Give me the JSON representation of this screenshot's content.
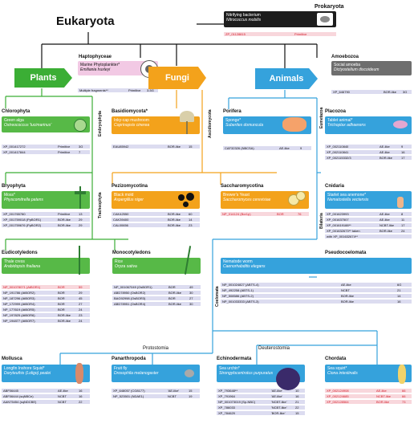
{
  "root": {
    "title": "Eukaryota"
  },
  "prokaryota": {
    "title": "Prokaryota",
    "card_l1": "Nitrifying bacterium",
    "card_l2": "Nitrococcus mobilis",
    "row": {
      "id": "ZP_01128815",
      "type": "Primitive"
    }
  },
  "haptophyceae": {
    "title": "Haptophyceae",
    "card_l1": "Marine Phytoplankter*",
    "card_l2": "Emiliania huxleyi",
    "row": {
      "id": "Multiple fragments**",
      "type": "Primitive",
      "n": "3-5G"
    }
  },
  "amoebozoa": {
    "title": "Amoebozoa",
    "card_l1": "Social amoeba",
    "card_l2": "Dictyostelium discoideum",
    "row": {
      "id": "XP_646790",
      "type": "BOR-like",
      "n": "3G"
    }
  },
  "kingdoms": {
    "plants": "Plants",
    "fungi": "Fungi",
    "animals": "Animals"
  },
  "clade_labels": {
    "embryophyta": "Embryophyta",
    "tracheophyta": "Tracheophyta",
    "ascidiomycota": "Ascidiomycota",
    "eumetazoa": "Eumetazoa",
    "bilateria": "Bilateria",
    "coelomata": "Coelomata",
    "protostomia": "Protostomia",
    "deuterostomia": "Deuterostomia"
  },
  "chlorophyta": {
    "title": "Chlorophyta",
    "card_l1": "Green alga",
    "card_l2": "Ostreococcus 'lucimarinus'",
    "rows": [
      {
        "id": "XP_001417272",
        "type": "Primitive",
        "n": "3G"
      },
      {
        "id": "XP_001417844",
        "type": "Primitive",
        "n": "7"
      }
    ]
  },
  "bryophyta": {
    "title": "Bryophyta",
    "card_l1": "Moss*",
    "card_l2": "Physcomitrella patens",
    "rows": [
      {
        "id": "XP_001765780",
        "type": "Primitive",
        "n": "13"
      },
      {
        "id": "XP_001759018 (PpBOR1)",
        "type": "BOR-like",
        "n": "29"
      },
      {
        "id": "XP_001759676 (PpBOR2)",
        "type": "BOR-like",
        "n": "29"
      }
    ]
  },
  "eudicotyledons": {
    "title": "Eudicotyledons",
    "card_l1": "Thale cress",
    "card_l2": "Arabidopsis thaliana",
    "rows": [
      {
        "id": "NP_001078071 (AtBOR1)",
        "type": "BOR",
        "n": "59",
        "hl": true
      },
      {
        "id": "NP_191786 (AtBOR2)",
        "type": "BOR",
        "n": "29"
      },
      {
        "id": "NP_187296 (AtBOR3)",
        "type": "BOR",
        "n": "45"
      },
      {
        "id": "NP_172999 (AtBOR4)",
        "type": "BOR",
        "n": "27"
      },
      {
        "id": "NP_177619 (AtBOR5)",
        "type": "BOR",
        "n": "24"
      },
      {
        "id": "NP_197825 (AtBOR6)",
        "type": "BOR-like",
        "n": "23"
      },
      {
        "id": "NP_194877 (AtBOR7)",
        "type": "BOR-like",
        "n": "24"
      }
    ]
  },
  "monocotyledons": {
    "title": "Monocotyledons",
    "card_l1": "Rice",
    "card_l2": "Oryza sativa",
    "rows": [
      {
        "id": "NP_001067049 (OsBOR1)",
        "type": "BOR",
        "n": "49"
      },
      {
        "id": "ABD78950 (OsBOR2)",
        "type": "BOR-like",
        "n": "30"
      },
      {
        "id": "BAG92998 (OsBOR3)",
        "type": "BOR",
        "n": "27"
      },
      {
        "id": "ABD78951 (OsBOR4)",
        "type": "BOR-like",
        "n": "30"
      }
    ]
  },
  "basidiomycota": {
    "title": "Basidiomycota*",
    "card_l1": "Inky-cap mushroom",
    "card_l2": "Coprinopsis cinerea",
    "rows": [
      {
        "id": "EAU85942",
        "type": "BOR-like",
        "n": "15"
      }
    ]
  },
  "pezizomycotina": {
    "title": "Pezizomycotina",
    "card_l1": "Black mold",
    "card_l2": "Aspergillus niger",
    "rows": [
      {
        "id": "CAK42550",
        "type": "BOR-like",
        "n": "60"
      },
      {
        "id": "CAK39400",
        "type": "BOR-like",
        "n": "14"
      },
      {
        "id": "CAL00656",
        "type": "BOR-like",
        "n": "23"
      }
    ]
  },
  "saccharomycotina": {
    "title": "Saccharomycotina",
    "card_l1": "Brewer's Yeast",
    "card_l2": "Saccharomyces cerevisiae",
    "rows": [
      {
        "id": "NP_014124 (Bor1p)",
        "type": "BOR",
        "n": "76",
        "hl": true
      }
    ]
  },
  "porifera": {
    "title": "Porifera",
    "card_l1": "Sponge*",
    "card_l2": "Suberites domuncula",
    "rows": [
      {
        "id": "CAF32326 (NBCSA)",
        "type": "AE-like",
        "n": "9"
      }
    ]
  },
  "placozoa": {
    "title": "Placozoa",
    "card_l1": "Tablet animal*",
    "card_l2": "Trichoplax adhaerens",
    "rows": [
      {
        "id": "XP_002110840",
        "type": "AE-like",
        "n": "9"
      },
      {
        "id": "XP_002110841",
        "type": "AE-like",
        "n": "16"
      },
      {
        "id": "XP_002115332/3",
        "type": "BOR-like",
        "n": "17"
      }
    ]
  },
  "cnidaria": {
    "title": "Cnidaria",
    "card_l1": "Starlet sea anemone*",
    "card_l2": "Nematostella vectensis",
    "rows": [
      {
        "id": "XP_001623993",
        "type": "AE-like",
        "n": "8"
      },
      {
        "id": "XP_001637507",
        "type": "AE-like",
        "n": "11"
      },
      {
        "id": "XP_001619188**",
        "type": "NCBT-like",
        "n": "17"
      },
      {
        "id": "XP_001632673** taken",
        "type": "BOR-like",
        "n": "24"
      },
      {
        "id": "with XP_001632674**",
        "type": "",
        "n": ""
      }
    ]
  },
  "pseudocoelomata": {
    "title": "Pseudocoelomata",
    "card_l1": "Nematode worm",
    "card_l2": "Caenorhabditis elegans",
    "rows": [
      {
        "id": "NP_001024827 (ABTS-4)",
        "type": "AE-like",
        "n": "6G"
      },
      {
        "id": "NP_492258 (ABTS-1)",
        "type": "NCBT",
        "n": "21"
      },
      {
        "id": "NP_508586 (ABTS-2)",
        "type": "BOR-like",
        "n": "14"
      },
      {
        "id": "NP_001033333 (ABTS-3)",
        "type": "BOR-like",
        "n": "16"
      }
    ]
  },
  "mollusca": {
    "title": "Mollusca",
    "card_l1": "Longfin Inshore Squid*",
    "card_l2": "Doryteuthis (Loligo) pealei",
    "rows": [
      {
        "id": "ABF06445",
        "type": "AE-like",
        "n": "16"
      },
      {
        "id": "ABF06444 (sqNBCe)",
        "type": "NCBT",
        "n": "16"
      },
      {
        "id": "AAN75454 (sqNDCBE)",
        "type": "NCBT",
        "n": "22"
      }
    ]
  },
  "panarthropoda": {
    "title": "Panarthropoda",
    "card_l1": "Fruit fly",
    "card_l2": "Drosophila melanogaster",
    "rows": [
      {
        "id": "XP_648057 (CG8177)",
        "type": "'AE-like'",
        "n": "15"
      },
      {
        "id": "NP_523501 (NDAE1)",
        "type": "NCBT",
        "n": "19"
      }
    ]
  },
  "echinodermata": {
    "title": "Echinodermata",
    "card_l1": "Sea urchin*",
    "card_l2": "Strongylocentrotus purpuratus",
    "rows": [
      {
        "id": "XP_793648**",
        "type": "'AE-like'",
        "n": "10"
      },
      {
        "id": "XP_791964",
        "type": "'AE-like'",
        "n": "16"
      },
      {
        "id": "NP_001073019 (Sp-NBC)",
        "type": "'NCBT-like'",
        "n": "21"
      },
      {
        "id": "XP_786033",
        "type": "'NCBT-like'",
        "n": "22"
      },
      {
        "id": "XP_784629",
        "type": "'BOR-like'",
        "n": "15"
      }
    ]
  },
  "chordata": {
    "title": "Chordata",
    "card_l1": "Sea squirt*",
    "card_l2": "Ciona intestinalis",
    "rows": [
      {
        "id": "XP_002124908",
        "type": "AE-like",
        "n": "66",
        "hl": true
      },
      {
        "id": "XP_002124685",
        "type": "NCBT-like",
        "n": "66",
        "hl": true
      },
      {
        "id": "XP_002128564",
        "type": "BOR-like",
        "n": "73",
        "hl": true
      }
    ]
  },
  "colors": {
    "plants": "#3bae35",
    "fungi": "#f3a21b",
    "animals": "#35a2dc",
    "highlight_text": "#d41e2a"
  }
}
